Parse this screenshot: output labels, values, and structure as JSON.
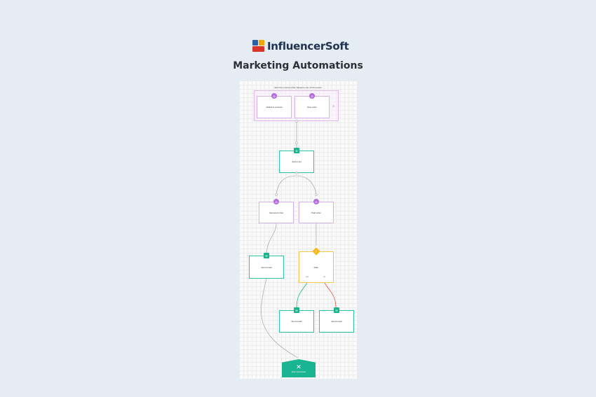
{
  "brand": {
    "name": "InfluencerSoft"
  },
  "page": {
    "heading": "Marketing Automations"
  },
  "workflow": {
    "start_text": "Start the process  when happens one of this events",
    "triggers": [
      {
        "label": "Added to process",
        "icon": "trigger-icon"
      },
      {
        "label": "New order",
        "icon": "trigger-icon"
      }
    ],
    "add_to_list": {
      "label": "Add to list",
      "icon": "user-add-icon"
    },
    "branches": [
      {
        "label": "Canceled order",
        "icon": "trigger-icon"
      },
      {
        "label": "Paid order",
        "icon": "trigger-icon"
      }
    ],
    "send_email_left": {
      "label": "Send email",
      "icon": "email-icon"
    },
    "filter": {
      "label": "Filter",
      "icon": "filter-icon",
      "yes": "yes",
      "no": "no"
    },
    "send_email_yes": {
      "label": "Send email",
      "icon": "email-icon"
    },
    "send_email_no": {
      "label": "Send email",
      "icon": "email-icon"
    },
    "end": {
      "label": "End of process",
      "icon": "close-icon"
    },
    "colors": {
      "trigger": "#b46be0",
      "action": "#19b48b",
      "filter": "#f7b924",
      "yes_path": "#19b48b",
      "no_path": "#e5533d"
    }
  }
}
